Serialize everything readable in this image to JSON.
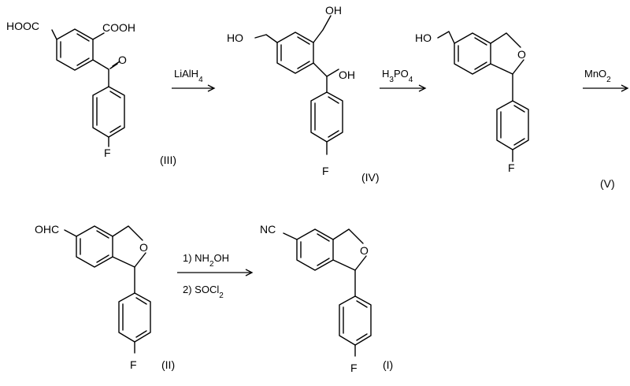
{
  "compounds": {
    "III": {
      "label": "(III)",
      "cooh_left": "HOOC",
      "cooh_right": "COOH",
      "carbonyl_o": "O",
      "fluoro": "F"
    },
    "IV": {
      "label": "(IV)",
      "ch2oh_left": "HO",
      "ch2oh_top": "OH",
      "choh": "OH",
      "fluoro": "F"
    },
    "V": {
      "label": "(V)",
      "ch2oh": "HO",
      "ring_o": "O",
      "fluoro": "F"
    },
    "II": {
      "label": "(II)",
      "aldehyde": "OHC",
      "ring_o": "O",
      "fluoro": "F"
    },
    "I": {
      "label": "(I)",
      "nitrile": "NC",
      "ring_o": "O",
      "fluoro": "F"
    }
  },
  "reagents": {
    "step1": {
      "main": "LiAlH",
      "sub": "4"
    },
    "step2": {
      "main": "H",
      "sub": "3",
      "rest": "PO",
      "sub2": "4"
    },
    "step3": {
      "main": "MnO",
      "sub": "2"
    },
    "step4_a": {
      "main": "1) NH",
      "sub": "2",
      "rest": "OH"
    },
    "step4_b": {
      "main": "2) SOCl",
      "sub": "2"
    }
  }
}
